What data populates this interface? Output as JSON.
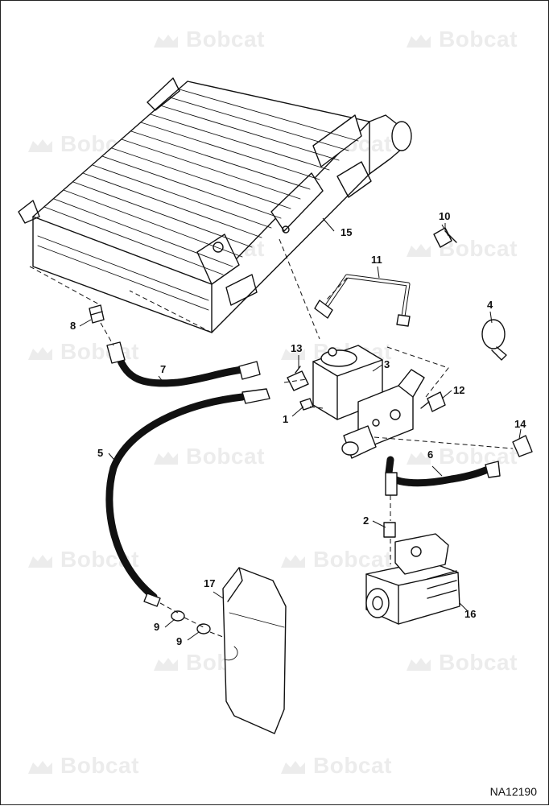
{
  "watermark": {
    "text": "Bobcat"
  },
  "figure_id": "NA12190",
  "callouts": [
    "1",
    "2",
    "3",
    "4",
    "5",
    "6",
    "7",
    "8",
    "9",
    "9",
    "10",
    "11",
    "12",
    "13",
    "14",
    "15",
    "16",
    "17"
  ]
}
